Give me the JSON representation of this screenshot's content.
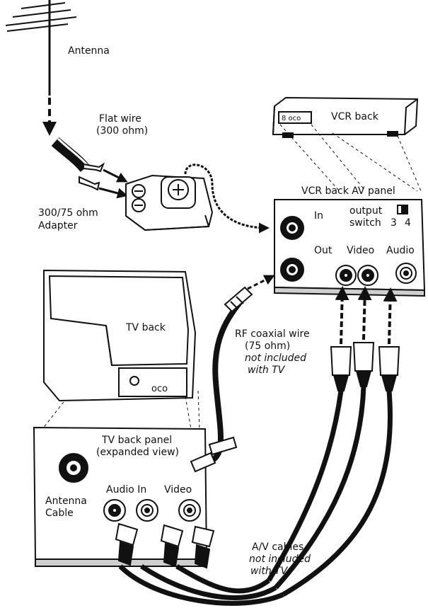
{
  "labels": {
    "antenna": "Antenna",
    "flat_wire_1": "Flat wire",
    "flat_wire_2": "(300 ohm)",
    "adapter_1": "300/75 ohm",
    "adapter_2": "Adapter",
    "vcr_back": "VCR back",
    "vcr_panel": "VCR back AV panel",
    "vcr_in": "In",
    "vcr_out": "Out",
    "output_1": "output",
    "output_2": "switch",
    "ch3": "3",
    "ch4": "4",
    "vcr_video": "Video",
    "vcr_audio": "Audio",
    "tv_back": "TV back",
    "rf_1": "RF coaxial wire",
    "rf_2": "(75 ohm)",
    "rf_3": "not included",
    "rf_4": "with TV",
    "tv_panel_1": "TV back panel",
    "tv_panel_2": "(expanded view)",
    "antenna_cable_1": "Antenna",
    "antenna_cable_2": "Cable",
    "tv_audio_in": "Audio In",
    "tv_video": "Video",
    "av_1": "A/V cables",
    "av_2": "not included",
    "av_3": "with TV",
    "vcr_chip": "8 oco",
    "tv_chip": "oco"
  },
  "colors": {
    "ink": "#111111",
    "cable": "#1a1a1a",
    "panel": "#ffffff",
    "shade": "#d8d8d8"
  }
}
